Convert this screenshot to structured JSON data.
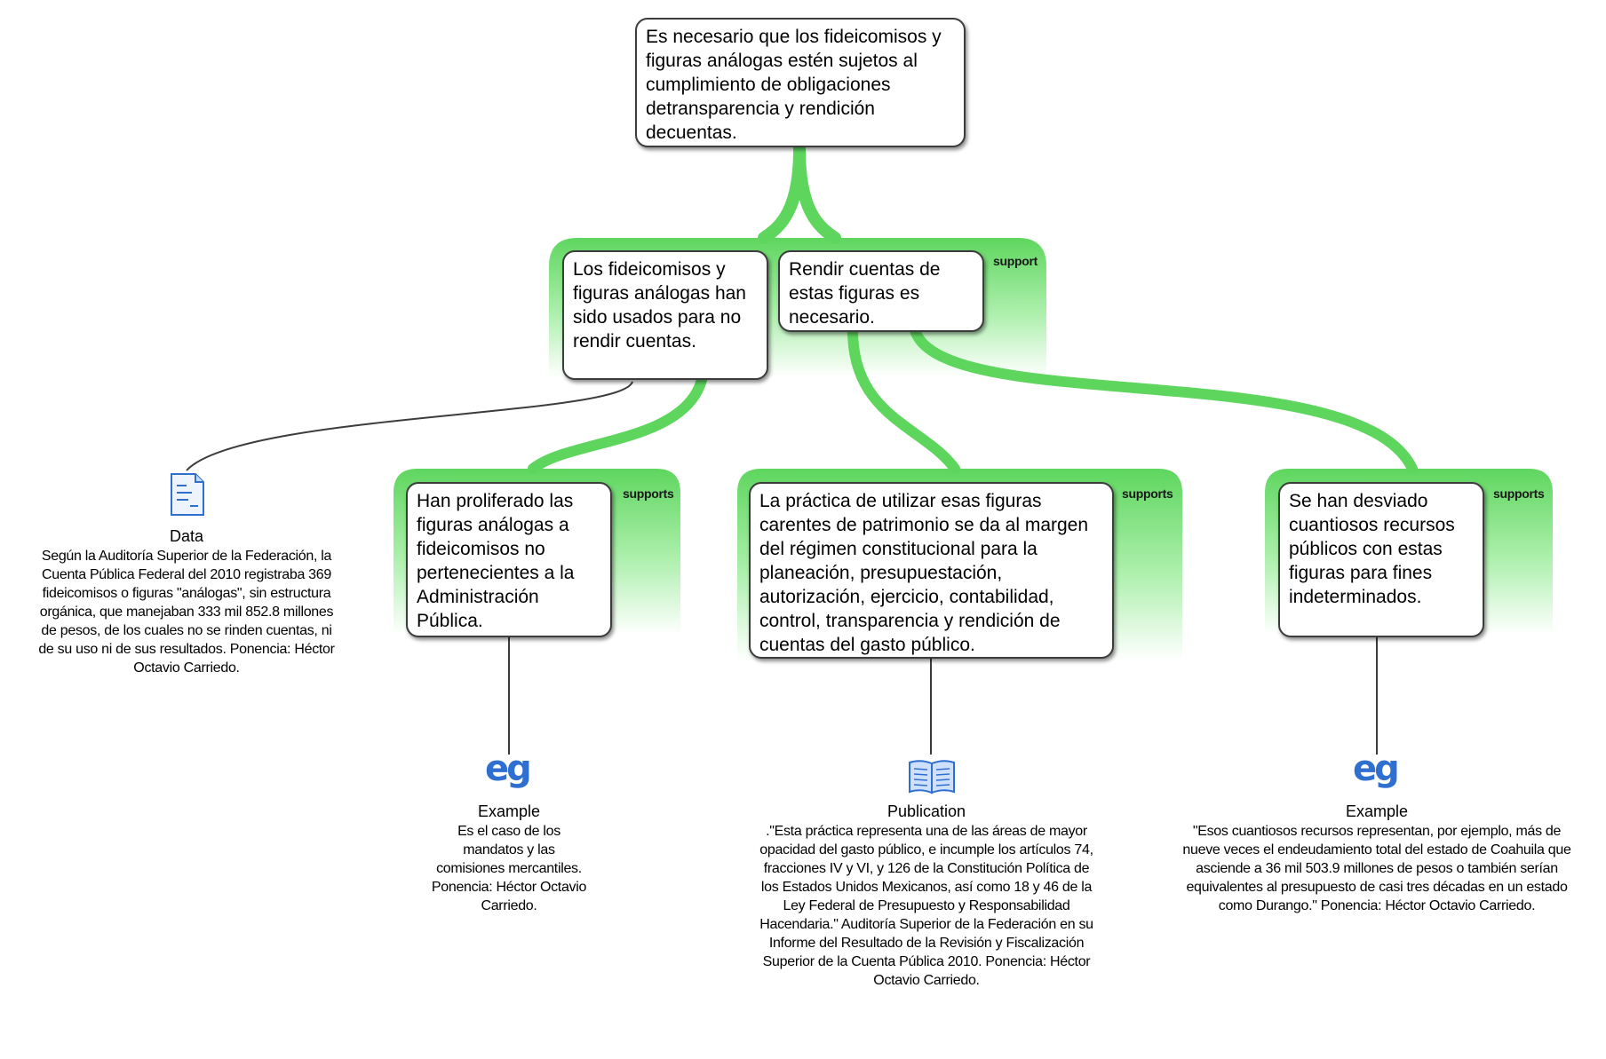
{
  "claim": {
    "text": "Es necesario que los fideicomisos y figuras análogas estén sujetos al cumplimiento de obligaciones detransparencia y rendición decuentas."
  },
  "reasons": [
    {
      "tag": "support",
      "premises": [
        "Los fideicomisos y figuras análogas han sido usados para no rendir cuentas.",
        "Rendir cuentas de estas figuras es necesario."
      ]
    },
    {
      "tag": "supports",
      "premise": "Han proliferado las figuras análogas a fideicomisos no pertenecientes a la Administración Pública."
    },
    {
      "tag": "supports",
      "premise": "La práctica de utilizar esas figuras carentes de patrimonio se da al margen del régimen constitucional para la planeación, presupuestación, autorización, ejercicio, contabilidad, control, transparencia y rendición de cuentas del gasto público."
    },
    {
      "tag": "supports",
      "premise": "Se han desviado cuantiosos recursos públicos con estas figuras para fines indeterminados."
    }
  ],
  "evidence": [
    {
      "icon": "data-document-icon",
      "title": "Data",
      "text": "Según la Auditoría Superior de la Federación, la Cuenta Pública Federal del 2010 registraba 369 fideicomisos o figuras \"análogas\", sin estructura orgánica, que manejaban 333 mil 852.8 millones de pesos, de los cuales no se rinden cuentas, ni de su uso ni de sus resultados. Ponencia: Héctor Octavio Carriedo."
    },
    {
      "icon": "eg-icon",
      "title": "Example",
      "text": "Es el caso de los mandatos y las comisiones mercantiles. Ponencia: Héctor Octavio Carriedo."
    },
    {
      "icon": "open-book-icon",
      "title": "Publication",
      "text": ".\"Esta práctica representa una de las áreas de mayor opacidad del gasto público, e incumple los artículos 74, fracciones IV y VI, y 126 de la Constitución Política de los Estados Unidos Mexicanos, así como 18 y 46 de la Ley Federal de Presupuesto y Responsabilidad Hacendaria.\" Auditoría Superior de la Federación en su Informe del Resultado de la Revisión y Fiscalización Superior de la Cuenta Pública 2010. Ponencia: Héctor Octavio Carriedo."
    },
    {
      "icon": "eg-icon",
      "title": "Example",
      "text": "\"Esos cuantiosos recursos representan, por ejemplo, más de nueve veces el endeudamiento total del estado de Coahuila que asciende a 36 mil 503.9 millones de pesos o también serían equivalentes al presupuesto de casi tres décadas en un estado como Durango.\" Ponencia: Héctor Octavio Carriedo."
    }
  ],
  "colors": {
    "support_green": "#5ed65e",
    "support_fade": "#ffffff",
    "connector_gray": "#3c3c3c",
    "icon_blue": "#2f6fd0"
  }
}
